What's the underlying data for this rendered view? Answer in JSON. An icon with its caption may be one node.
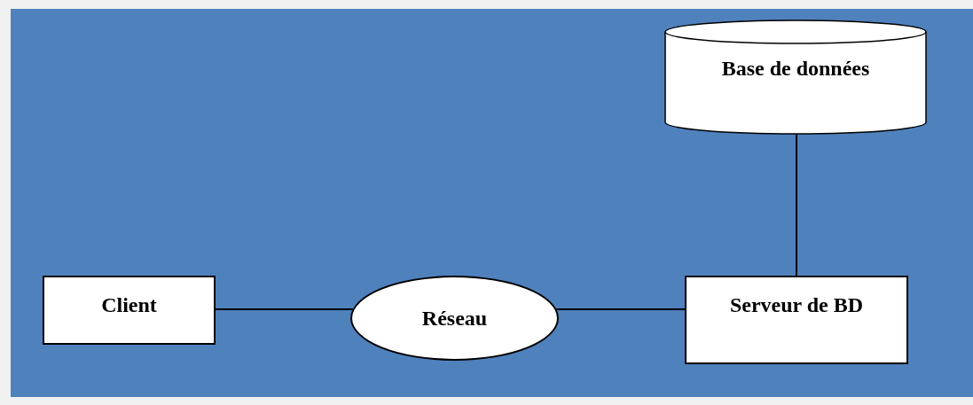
{
  "diagram": {
    "nodes": [
      {
        "text": [
          "Base de données"
        ]
      },
      {
        "text": [
          "Client"
        ]
      },
      {
        "text": [
          "Réseau"
        ]
      },
      {
        "text": [
          "Serveur de BD"
        ]
      }
    ],
    "edges": [
      {
        "from": 1,
        "to": 2,
        "arrow": "none"
      },
      {
        "from": 2,
        "to": 3,
        "arrow": "none"
      },
      {
        "from": 3,
        "to": 0,
        "arrow": "none"
      }
    ]
  }
}
